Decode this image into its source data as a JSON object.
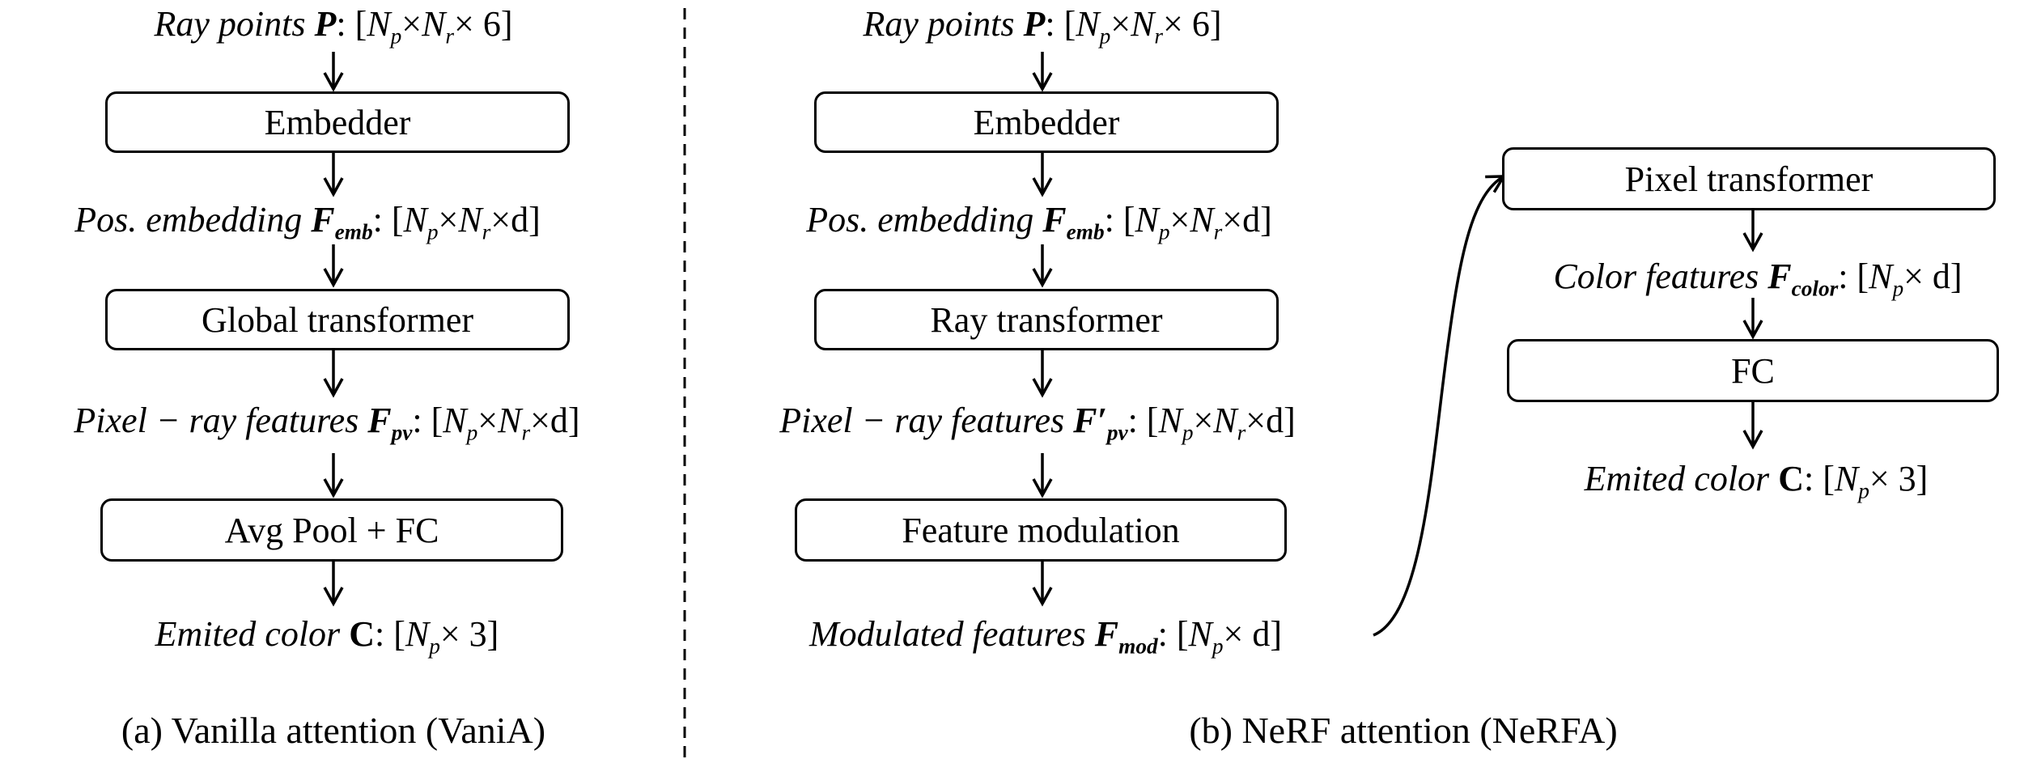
{
  "panel_a": {
    "ray_points": {
      "name": "Ray points ",
      "sym": "P",
      "shape_open": ": [",
      "N": "N",
      "p": "p",
      "times": "×",
      "r": "r",
      "tail": "× 6]"
    },
    "embedder": "Embedder",
    "pos_embedding": {
      "name": "Pos. embedding ",
      "sym": "F",
      "sub": "emb",
      "shape_open": ": [",
      "N": "N",
      "p": "p",
      "times": "×",
      "r": "r",
      "tail": "×d]"
    },
    "global_transformer": "Global transformer",
    "pixel_ray": {
      "name": "Pixel − ray features ",
      "sym": "F",
      "sub": "pv",
      "shape_open": ": [",
      "N": "N",
      "p": "p",
      "times": "×",
      "r": "r",
      "tail": "×d]"
    },
    "avg_pool": "Avg Pool + FC",
    "emitted": {
      "name": "Emited color ",
      "sym": "C",
      "shape_open": ": [",
      "N": "N",
      "p": "p",
      "tail": "× 3]"
    },
    "caption": "(a) Vanilla attention (VaniA)"
  },
  "panel_b": {
    "ray_points": {
      "name": "Ray points ",
      "sym": "P",
      "shape_open": ": [",
      "N": "N",
      "p": "p",
      "times": "×",
      "r": "r",
      "tail": "× 6]"
    },
    "embedder": "Embedder",
    "pos_embedding": {
      "name": "Pos. embedding ",
      "sym": "F",
      "sub": "emb",
      "shape_open": ": [",
      "N": "N",
      "p": "p",
      "times": "×",
      "r": "r",
      "tail": "×d]"
    },
    "ray_transformer": "Ray transformer",
    "pixel_ray": {
      "name": "Pixel − ray features ",
      "sym": "F′",
      "sub": "pv",
      "shape_open": ": [",
      "N": "N",
      "p": "p",
      "times": "×",
      "r": "r",
      "tail": "×d]"
    },
    "feature_modulation": "Feature modulation",
    "modulated": {
      "name": "Modulated features ",
      "sym": "F",
      "sub": "mod",
      "shape_open": ": [",
      "N": "N",
      "p": "p",
      "tail": "× d]"
    },
    "pixel_transformer": "Pixel transformer",
    "color_features": {
      "name": "Color features ",
      "sym": "F",
      "sub": "color",
      "shape_open": ": [",
      "N": "N",
      "p": "p",
      "tail": "× d]"
    },
    "fc": "FC",
    "emitted": {
      "name": "Emited color ",
      "sym": "C",
      "shape_open": ": [",
      "N": "N",
      "p": "p",
      "tail": "× 3]"
    },
    "caption": "(b) NeRF attention (NeRFA)"
  }
}
